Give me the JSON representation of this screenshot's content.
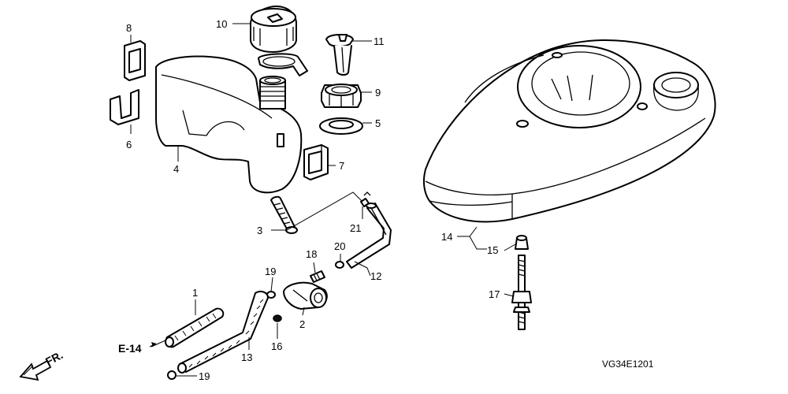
{
  "parts": {
    "p1": "1",
    "p2": "2",
    "p3": "3",
    "p4": "4",
    "p5": "5",
    "p6": "6",
    "p7": "7",
    "p8": "8",
    "p9": "9",
    "p10": "10",
    "p11": "11",
    "p12": "12",
    "p13": "13",
    "p14": "14",
    "p15": "15",
    "p16": "16",
    "p17": "17",
    "p18": "18",
    "p19a": "19",
    "p19b": "19",
    "p20": "20",
    "p21": "21"
  },
  "ref": "E-14",
  "front": "FR.",
  "drawing_code": "VG34E1201"
}
